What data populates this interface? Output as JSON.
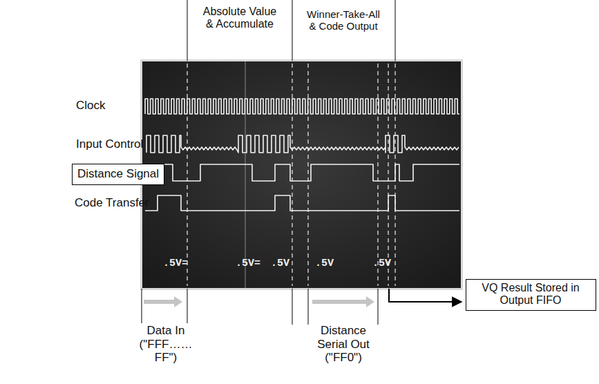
{
  "diagram": {
    "nodes": [
      {
        "text": [
          "Distance Signal"
        ]
      },
      {
        "text": [
          "VQ Result Stored in Output FIFO"
        ]
      }
    ],
    "labels": [
      "Absolute Value & Accumulate",
      "Winner-Take-All & Code Output",
      "Clock",
      "Input Control",
      "Code Transfer",
      ".5V=",
      ".5V=",
      ".5V",
      ".5V",
      ".5V",
      "Data In (\"FFF……FF\")",
      "Distance Serial Out (\"FF0\")"
    ]
  }
}
